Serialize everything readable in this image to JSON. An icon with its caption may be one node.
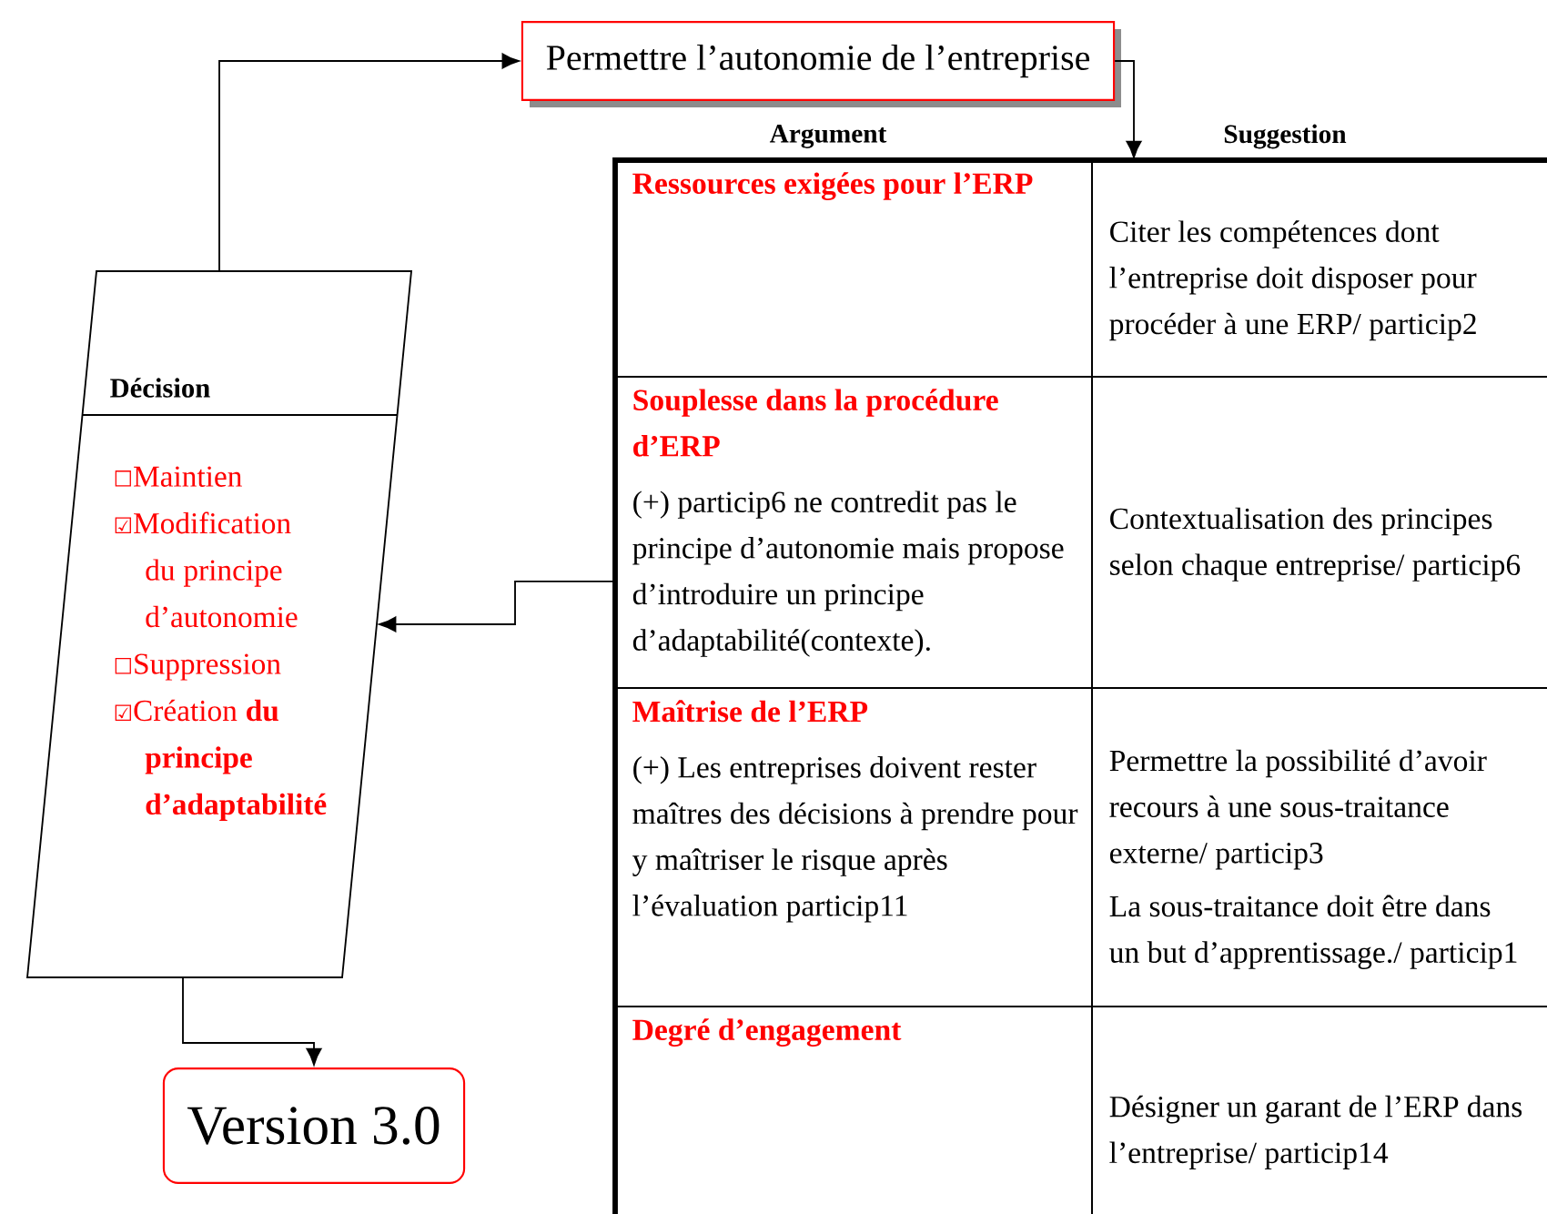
{
  "diagram": {
    "nodes": [
      {
        "text": [
          "Permettre l’autonomie de l’entreprise"
        ]
      },
      {
        "text": [
          "Argument",
          "Suggestion"
        ]
      },
      {
        "text": [
          "Ressources exigées pour l’ERP"
        ],
        "in": 1
      },
      {
        "text": [
          "Citer les compétences dont l’entreprise doit disposer pour procéder à une ERP/ particip2"
        ],
        "in": 1
      },
      {
        "text": [
          "Souplesse dans la procédure d’ERP",
          "(+) particip6 ne contredit pas le principe d’autonomie mais propose d’introduire un principe d’adaptabilité(contexte)."
        ],
        "in": 1
      },
      {
        "text": [
          "Contextualisation des principes selon chaque entreprise/ particip6"
        ],
        "in": 1
      },
      {
        "text": [
          "Maîtrise de l’ERP",
          "(+) Les entreprises doivent rester maîtres des décisions à prendre pour y maîtriser le risque après l’évaluation particip11"
        ],
        "in": 1
      },
      {
        "text": [
          "Permettre la possibilité d’avoir recours à une sous-traitance externe/ particip3",
          "La sous-traitance doit être dans un but d’apprentissage./ particip1"
        ],
        "in": 1
      },
      {
        "text": [
          "Degré d’engagement"
        ],
        "in": 1
      },
      {
        "text": [
          "Désigner un garant de l’ERP dans l’entreprise/ particip14"
        ],
        "in": 1
      },
      {
        "text": [
          "Décision",
          "☐Maintien",
          "☑Modification du principe d’autonomie",
          "☐Suppression",
          "☑Création **du principe d’adaptabilité**"
        ]
      },
      {
        "text": [
          "Version 3.0"
        ]
      }
    ],
    "edges": [
      {
        "from": 10,
        "to": 0,
        "arrow": "to"
      },
      {
        "from": 0,
        "to": 1,
        "arrow": "to"
      },
      {
        "from": 4,
        "to": 10,
        "arrow": "to"
      },
      {
        "from": 10,
        "to": 11,
        "arrow": "to"
      }
    ]
  }
}
